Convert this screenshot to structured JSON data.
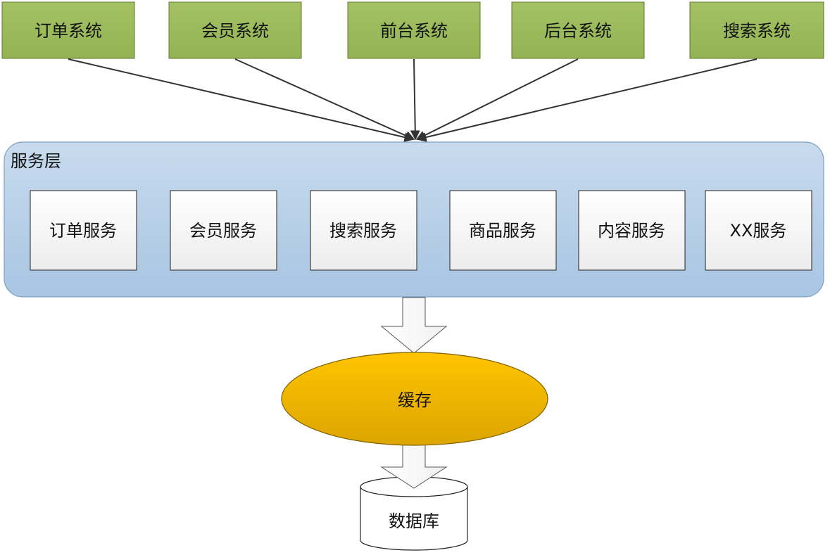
{
  "systems": [
    {
      "label": "订单系统"
    },
    {
      "label": "会员系统"
    },
    {
      "label": "前台系统"
    },
    {
      "label": "后台系统"
    },
    {
      "label": "搜索系统"
    }
  ],
  "service_layer": {
    "label": "服务层",
    "services": [
      {
        "label": "订单服务"
      },
      {
        "label": "会员服务"
      },
      {
        "label": "搜索服务"
      },
      {
        "label": "商品服务"
      },
      {
        "label": "内容服务"
      },
      {
        "label": "XX服务"
      }
    ]
  },
  "cache": {
    "label": "缓存"
  },
  "database": {
    "label": "数据库"
  },
  "colors": {
    "system_fill": "#9bbb59",
    "system_stroke": "#5e7530",
    "layer_fill_top": "#c6d9ec",
    "layer_fill_bottom": "#a9c6e2",
    "layer_stroke": "#7d9fc4",
    "cache_fill_top": "#ffc000",
    "cache_fill_bottom": "#dfa800",
    "cache_stroke": "#7f6000"
  }
}
